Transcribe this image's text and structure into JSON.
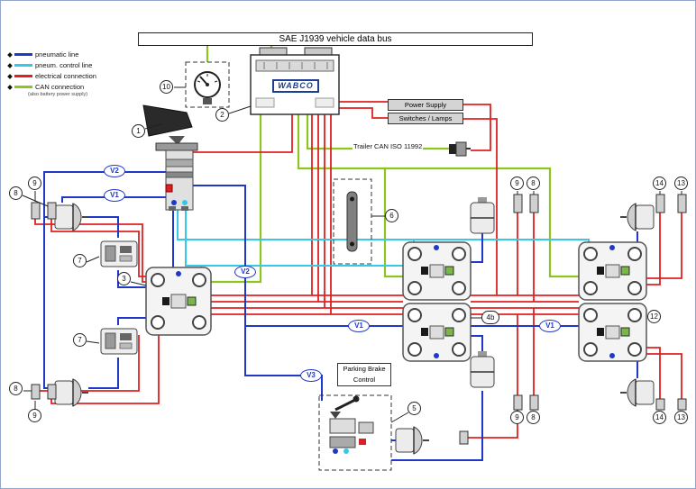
{
  "diagram": {
    "title": "SAE J1939 vehicle data bus",
    "brand": "WABCO"
  },
  "legend": {
    "items": [
      {
        "label": "pneumatic line",
        "color": "#2038c8"
      },
      {
        "label": "pneum. control line",
        "color": "#35c8e8"
      },
      {
        "label": "electrical connection",
        "color": "#e02020"
      },
      {
        "label": "CAN connection",
        "color": "#8fc31f",
        "note": "(also battery power supply)"
      }
    ]
  },
  "boxes": {
    "power_supply": "Power Supply",
    "switches_lamps": "Switches / Lamps",
    "trailer_can": "Trailer CAN ISO 11992",
    "parking_brake_line1": "Parking Brake",
    "parking_brake_line2": "Control"
  },
  "ports": {
    "v1": "V1",
    "v2": "V2",
    "v3": "V3"
  },
  "callouts": {
    "c1": "1",
    "c2": "2",
    "c3": "3",
    "c4b": "4b",
    "c5": "5",
    "c6": "6",
    "c7": "7",
    "c8": "8",
    "c9": "9",
    "c10": "10",
    "c12": "12",
    "c13": "13",
    "c14": "14"
  }
}
